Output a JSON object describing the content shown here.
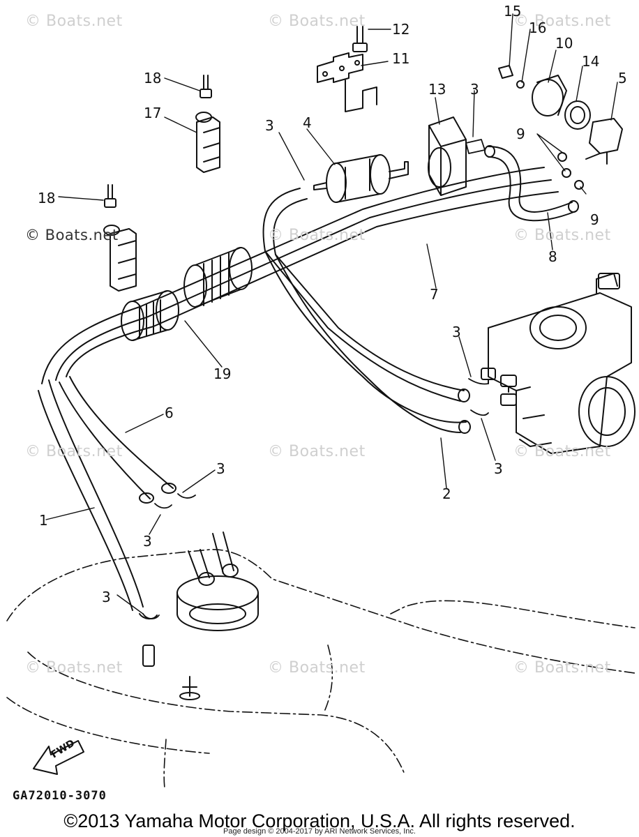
{
  "diagram": {
    "callouts": [
      "1",
      "2",
      "3",
      "4",
      "5",
      "6",
      "7",
      "8",
      "9",
      "10",
      "11",
      "12",
      "13",
      "14",
      "15",
      "16",
      "17",
      "18",
      "19"
    ],
    "figure_code": "GA72010-3070",
    "direction_label": "FWD"
  },
  "watermark": {
    "text": "© Boats.net"
  },
  "footer": {
    "copyright": "©2013 Yamaha Motor Corporation, U.S.A. All rights reserved.",
    "page_credit": "Page design © 2004-2017 by ARI Network Services, Inc."
  }
}
